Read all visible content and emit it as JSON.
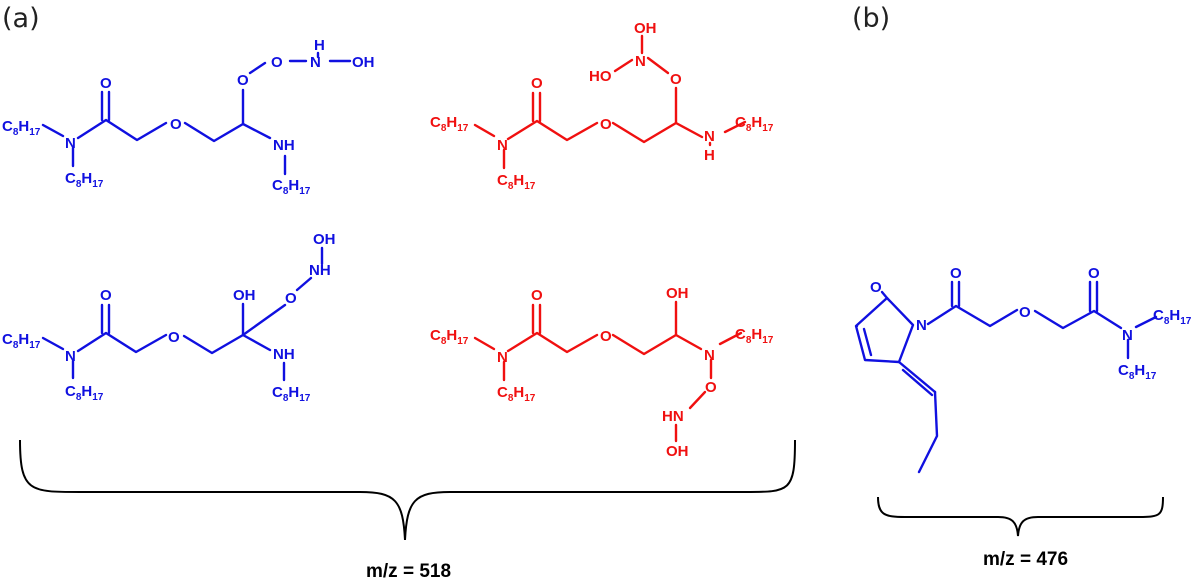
{
  "panels": {
    "a": {
      "label": "(a)",
      "mz": "m/z = 518",
      "color": "#1010e0",
      "color_alt": "#f01010"
    },
    "b": {
      "label": "(b)",
      "mz": "m/z = 476",
      "color": "#1010e0"
    }
  },
  "atoms": {
    "C": "C",
    "H": "H",
    "N": "N",
    "O": "O",
    "n8": "8",
    "n17": "17",
    "NH": "NH",
    "HN": "HN",
    "OH": "OH",
    "HO": "HO"
  }
}
